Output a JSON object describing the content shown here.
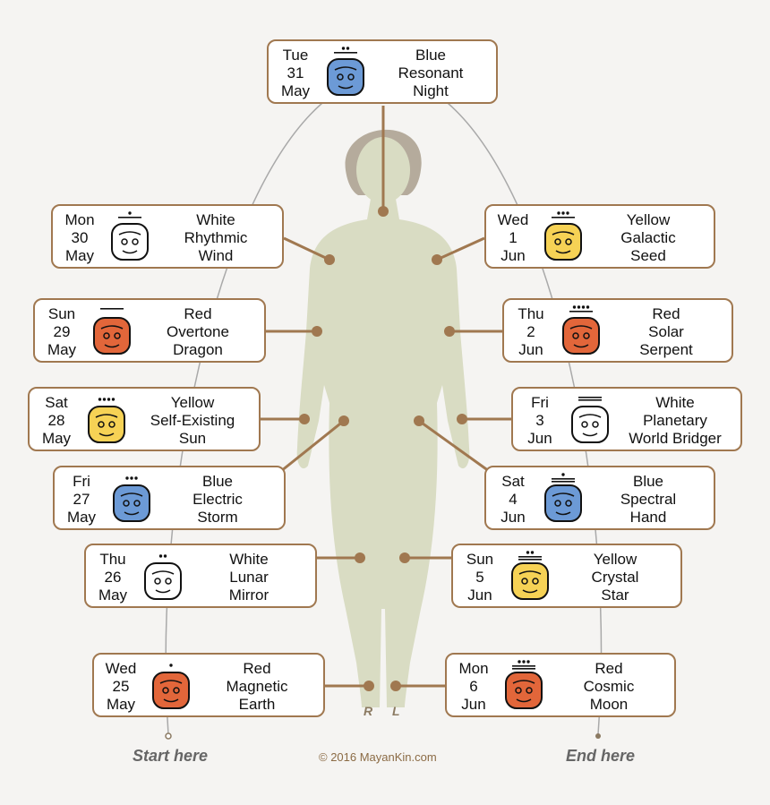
{
  "colors": {
    "connector": "#a07850",
    "silhouette": "#d9dcc3",
    "hair": "#b5ab9c",
    "red": "#e2663a",
    "white": "#ffffff",
    "blue": "#6c9ad6",
    "yellow": "#f6d255"
  },
  "cards": [
    {
      "id": "top",
      "day": "Tue",
      "date": "31",
      "month": "May",
      "name1": "Blue",
      "name2": "Resonant",
      "name3": "Night",
      "color": "blue",
      "dots": 2,
      "bars": 1,
      "icon": "night-glyph-icon"
    },
    {
      "id": "l1",
      "day": "Mon",
      "date": "30",
      "month": "May",
      "name1": "White",
      "name2": "Rhythmic",
      "name3": "Wind",
      "color": "white",
      "dots": 1,
      "bars": 1,
      "icon": "wind-glyph-icon"
    },
    {
      "id": "r1",
      "day": "Wed",
      "date": "1",
      "month": "Jun",
      "name1": "Yellow",
      "name2": "Galactic",
      "name3": "Seed",
      "color": "yellow",
      "dots": 3,
      "bars": 1,
      "icon": "seed-glyph-icon"
    },
    {
      "id": "l2",
      "day": "Sun",
      "date": "29",
      "month": "May",
      "name1": "Red",
      "name2": "Overtone",
      "name3": "Dragon",
      "color": "red",
      "dots": 0,
      "bars": 1,
      "icon": "dragon-glyph-icon"
    },
    {
      "id": "r2",
      "day": "Thu",
      "date": "2",
      "month": "Jun",
      "name1": "Red",
      "name2": "Solar",
      "name3": "Serpent",
      "color": "red",
      "dots": 4,
      "bars": 1,
      "icon": "serpent-glyph-icon"
    },
    {
      "id": "l3",
      "day": "Sat",
      "date": "28",
      "month": "May",
      "name1": "Yellow",
      "name2": "Self-Existing",
      "name3": "Sun",
      "color": "yellow",
      "dots": 4,
      "bars": 0,
      "icon": "sun-glyph-icon"
    },
    {
      "id": "r3",
      "day": "Fri",
      "date": "3",
      "month": "Jun",
      "name1": "White",
      "name2": "Planetary",
      "name3": "World Bridger",
      "color": "white",
      "dots": 0,
      "bars": 2,
      "icon": "world-bridger-glyph-icon"
    },
    {
      "id": "l4",
      "day": "Fri",
      "date": "27",
      "month": "May",
      "name1": "Blue",
      "name2": "Electric",
      "name3": "Storm",
      "color": "blue",
      "dots": 3,
      "bars": 0,
      "icon": "storm-glyph-icon"
    },
    {
      "id": "r4",
      "day": "Sat",
      "date": "4",
      "month": "Jun",
      "name1": "Blue",
      "name2": "Spectral",
      "name3": "Hand",
      "color": "blue",
      "dots": 1,
      "bars": 2,
      "icon": "hand-glyph-icon"
    },
    {
      "id": "l5",
      "day": "Thu",
      "date": "26",
      "month": "May",
      "name1": "White",
      "name2": "Lunar",
      "name3": "Mirror",
      "color": "white",
      "dots": 2,
      "bars": 0,
      "icon": "mirror-glyph-icon"
    },
    {
      "id": "r5",
      "day": "Sun",
      "date": "5",
      "month": "Jun",
      "name1": "Yellow",
      "name2": "Crystal",
      "name3": "Star",
      "color": "yellow",
      "dots": 2,
      "bars": 2,
      "icon": "star-glyph-icon"
    },
    {
      "id": "l6",
      "day": "Wed",
      "date": "25",
      "month": "May",
      "name1": "Red",
      "name2": "Magnetic",
      "name3": "Earth",
      "color": "red",
      "dots": 1,
      "bars": 0,
      "icon": "earth-glyph-icon"
    },
    {
      "id": "r6",
      "day": "Mon",
      "date": "6",
      "month": "Jun",
      "name1": "Red",
      "name2": "Cosmic",
      "name3": "Moon",
      "color": "red",
      "dots": 3,
      "bars": 2,
      "icon": "moon-glyph-icon"
    }
  ],
  "labels": {
    "right_foot": "R",
    "left_foot": "L",
    "start": "Start here",
    "end": "End here",
    "copyright": "© 2016 MayanKin.com"
  }
}
